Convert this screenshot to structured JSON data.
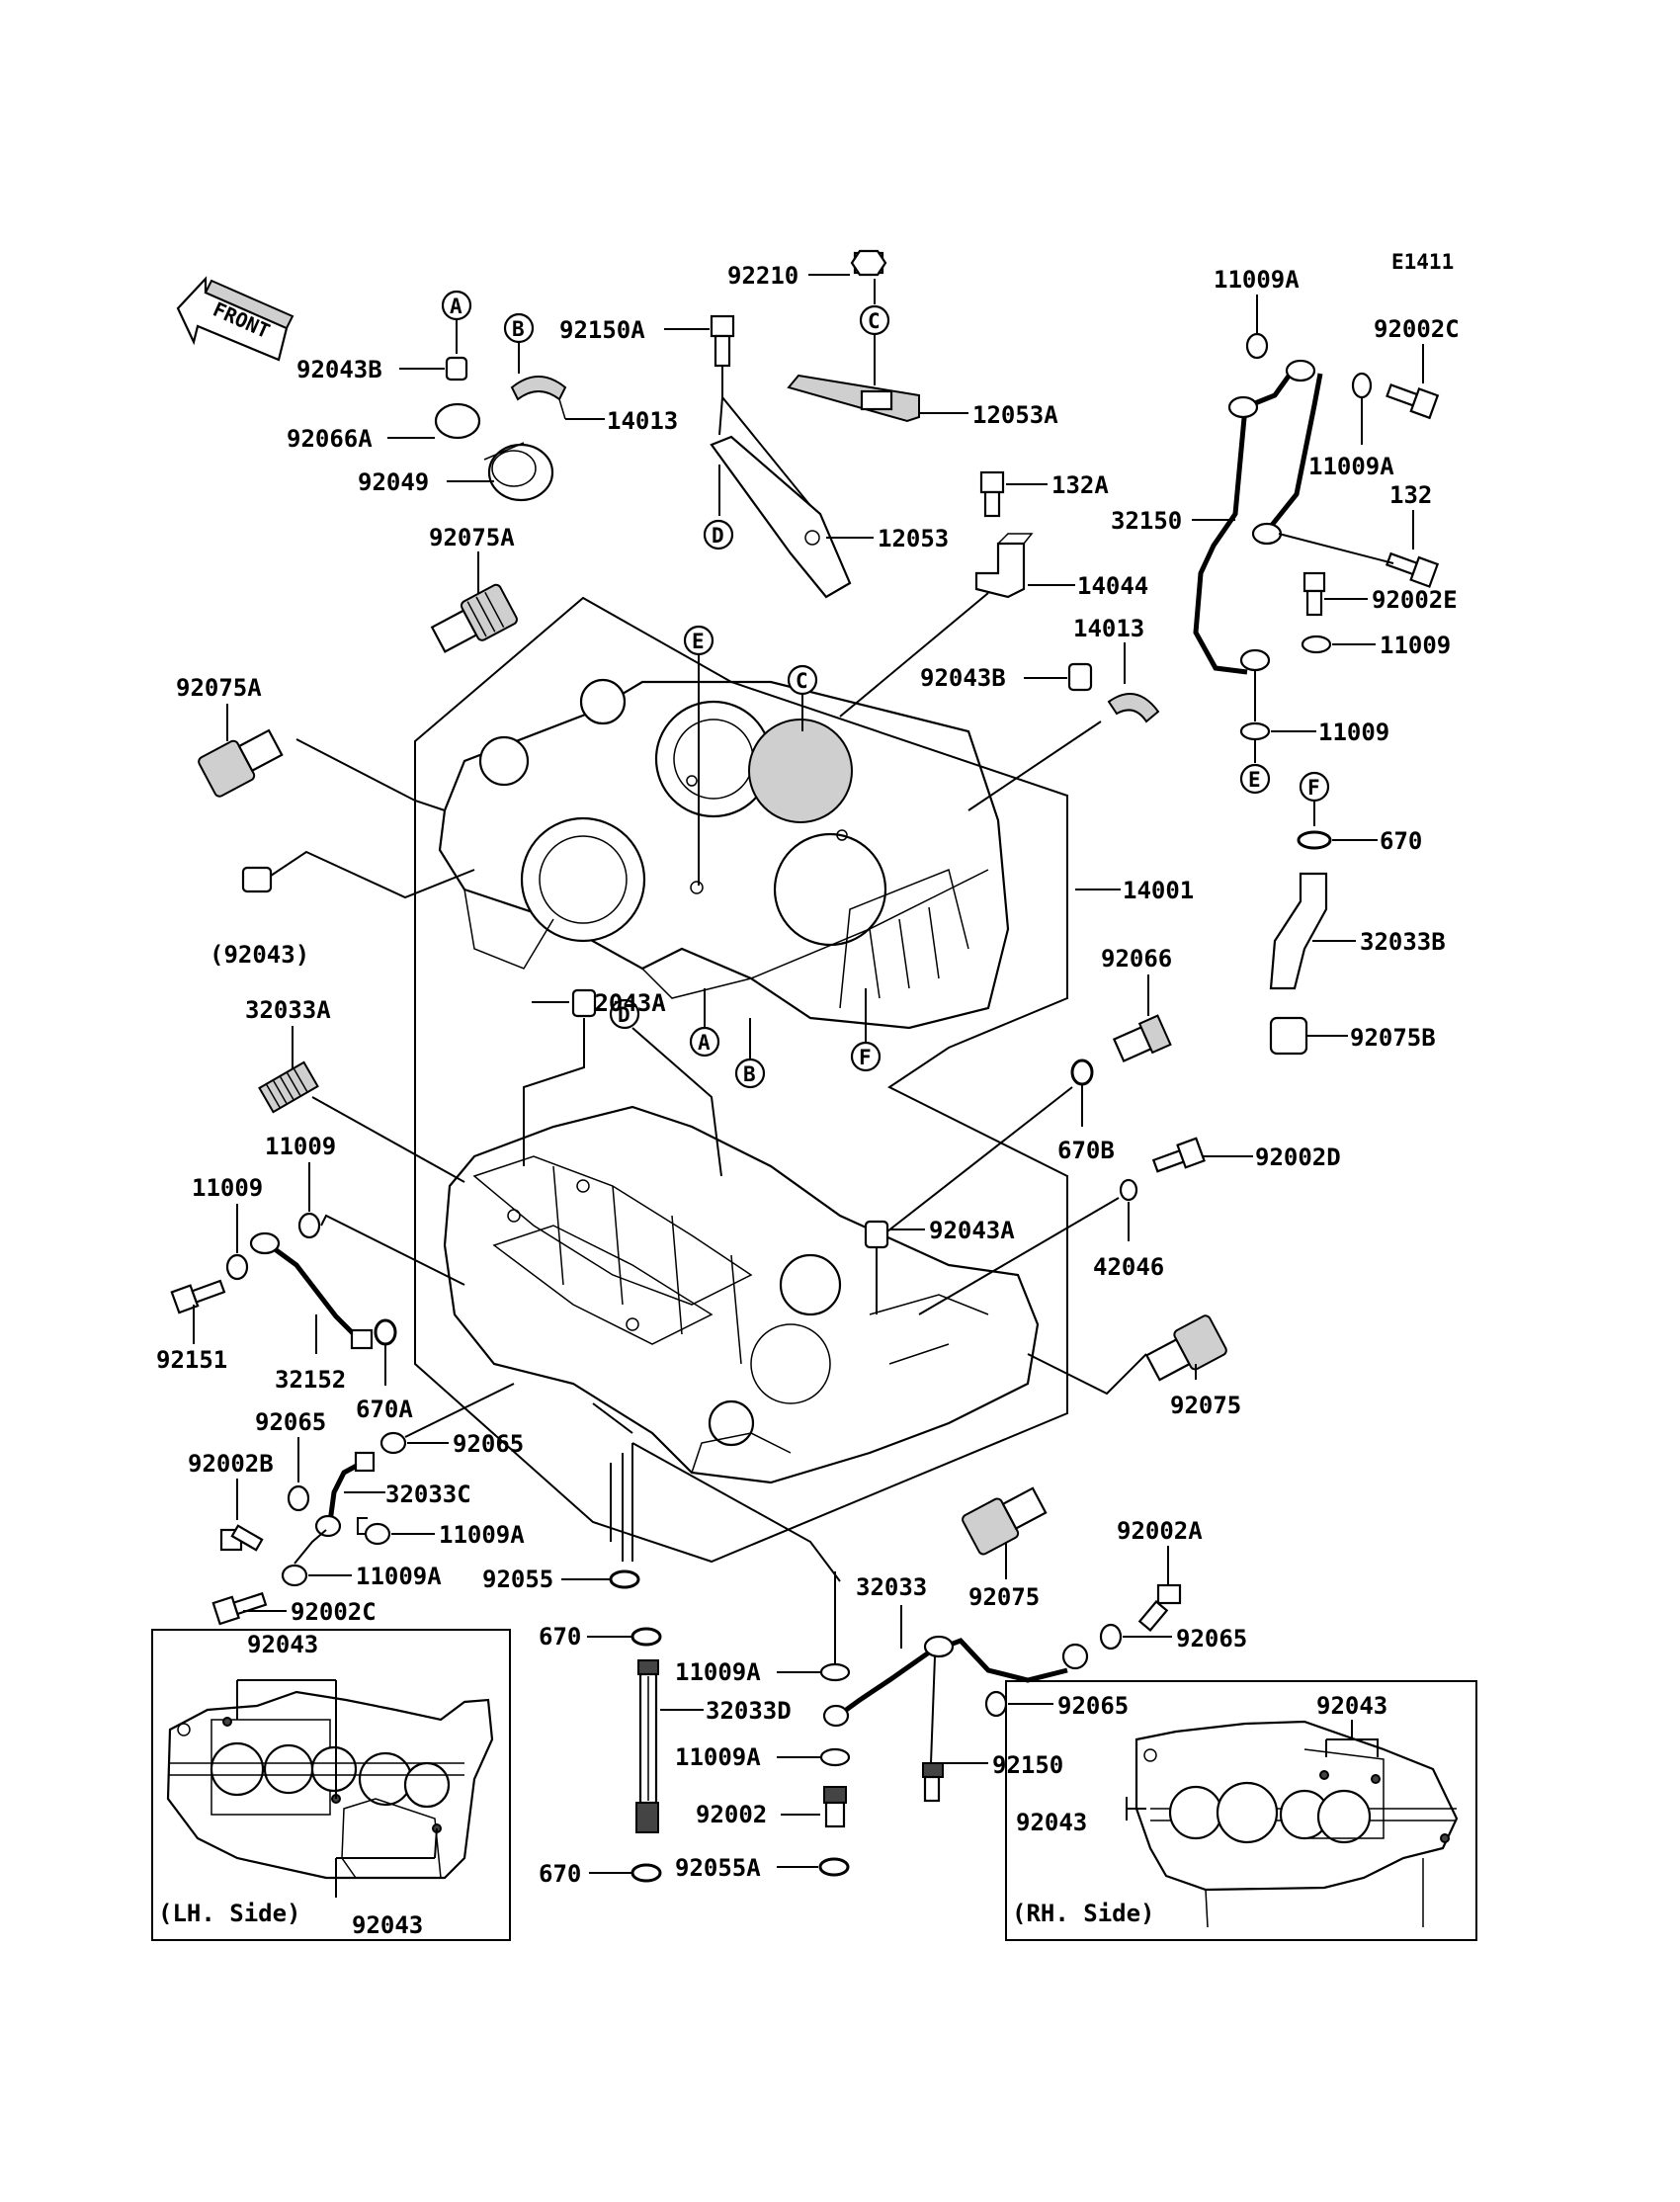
{
  "diagram_code": "E1411",
  "front_label": "FRONT",
  "inset_lh_label": "(LH. Side)",
  "inset_rh_label": "(RH. Side)",
  "ref_letters": [
    "A",
    "B",
    "C",
    "D",
    "E",
    "F"
  ],
  "labels": {
    "p92210": "92210",
    "p92150A": "92150A",
    "p12053A": "12053A",
    "p12053": "12053",
    "p92043B_top": "92043B",
    "p14013_top": "14013",
    "p92066A": "92066A",
    "p92049": "92049",
    "p92075A_top": "92075A",
    "p92075A_left": "92075A",
    "p92043_paren": "(92043)",
    "p132A": "132A",
    "p14044": "14044",
    "p92043B_mid": "92043B",
    "p14013_mid": "14013",
    "p14001": "14001",
    "p11009A_top": "11009A",
    "p92002C_top": "92002C",
    "p11009A_mid": "11009A",
    "p32150": "32150",
    "p132": "132",
    "p92002E": "92002E",
    "p11009_r1": "11009",
    "p11009_r2": "11009",
    "p670": "670",
    "p32033B": "32033B",
    "p92075B": "92075B",
    "p92066": "92066",
    "p670B": "670B",
    "p92002D": "92002D",
    "p42046": "42046",
    "p92075_r": "92075",
    "p32033A": "32033A",
    "p92043A_top": "92043A",
    "p92043A_mid": "92043A",
    "p11009_l1": "11009",
    "p11009_l2": "11009",
    "p92151": "92151",
    "p32152": "32152",
    "p670A": "670A",
    "p92065_l": "92065",
    "p92065_c": "92065",
    "p92002B": "92002B",
    "p32033C": "32033C",
    "p11009A_l1": "11009A",
    "p11009A_l2": "11009A",
    "p92002C_bot": "92002C",
    "p92055": "92055",
    "p670_c": "670",
    "p32033": "32033",
    "p92075_c": "92075",
    "p92002A": "92002A",
    "p92065_r1": "92065",
    "p92065_r2": "92065",
    "p11009A_c1": "11009A",
    "p32033D": "32033D",
    "p11009A_c2": "11009A",
    "p92002": "92002",
    "p670_b": "670",
    "p92055A": "92055A",
    "p92150": "92150",
    "p92043_lh_top": "92043",
    "p92043_lh_bot": "92043",
    "p92043_rh_top": "92043",
    "p92043_rh_left": "92043"
  }
}
